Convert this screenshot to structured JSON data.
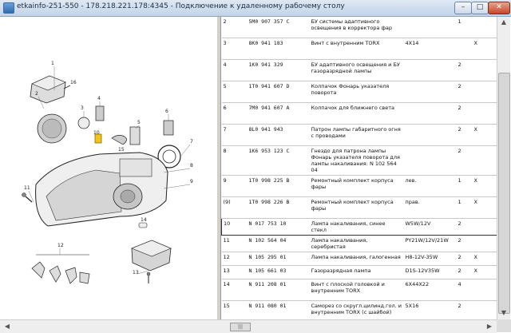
{
  "window": {
    "title": "etkainfo-251-550 - 178.218.221.178:4345 - Подключение к удаленному рабочему столу",
    "minimize_glyph": "–",
    "maximize_glyph": "□",
    "close_glyph": "✕"
  },
  "diagram": {
    "callouts": [
      "1",
      "2",
      "3",
      "4",
      "5",
      "6",
      "7",
      "8",
      "9",
      "10",
      "11",
      "12",
      "13",
      "14",
      "15",
      "16"
    ]
  },
  "parts_table": {
    "rows": [
      {
        "pos": "2",
        "part": "5M0 907 357 C",
        "desc": "БУ системы адаптивного освещения в корректора фар",
        "qty_note": "",
        "qty": "1",
        "x": "",
        "style": "a"
      },
      {
        "pos": "3",
        "part": "8K0 941 183",
        "desc": "Винт с внутренним TORX",
        "qty_note": "4X14",
        "qty": "",
        "x": "X",
        "style": "a"
      },
      {
        "pos": "4",
        "part": "1K0 941 329",
        "desc": "БУ адаптивного освещения и БУ газоразрядной лампы",
        "qty_note": "",
        "qty": "2",
        "x": "",
        "style": "a"
      },
      {
        "pos": "5",
        "part": "1T0 941 607 D",
        "desc": "Колпачок Фонарь указателя поворота",
        "qty_note": "",
        "qty": "2",
        "x": "",
        "style": "a"
      },
      {
        "pos": "6",
        "part": "7M0 941 607 A",
        "desc": "Колпачок для ближнего света",
        "qty_note": "",
        "qty": "2",
        "x": "",
        "style": "a"
      },
      {
        "pos": "7",
        "part": "8L0 941 943",
        "desc": "Патрон лампы габаритного огня с проводами",
        "qty_note": "",
        "qty": "2",
        "x": "X",
        "style": "a"
      },
      {
        "pos": "8",
        "part": "1K6 953 123 C",
        "desc": "Гнездо для патрона лампы Фонарь указателя поворота для лампы накаливания: N 102 564 04",
        "qty_note": "",
        "qty": "2",
        "x": "",
        "style": "a"
      },
      {
        "pos": "9",
        "part": "1T0 998 225 B",
        "desc": "Ремонтный комплект корпуса фары",
        "qty_note": "лев.",
        "qty": "1",
        "x": "X",
        "style": "a"
      },
      {
        "pos": "(9)",
        "part": "1T0 998 226 B",
        "desc": "Ремонтный комплект корпуса фары",
        "qty_note": "прав.",
        "qty": "1",
        "x": "X",
        "style": "a"
      },
      {
        "pos": "10",
        "part": "N 017 753 10",
        "desc": "Лампа накаливания, синее стекл",
        "qty_note": "W5W/12V",
        "qty": "2",
        "x": "",
        "style": "hl"
      },
      {
        "pos": "11",
        "part": "N 102 564 04",
        "desc": "Лампа накаливания, серебристая",
        "qty_note": "PY21W/12V/21W",
        "qty": "2",
        "x": "",
        "style": "b"
      },
      {
        "pos": "12",
        "part": "N 105 295 01",
        "desc": "Лампа накаливания, галогенная",
        "qty_note": "H8-12V-35W",
        "qty": "2",
        "x": "X",
        "style": "b"
      },
      {
        "pos": "13",
        "part": "N 105 661 03",
        "desc": "Газоразрядная лампа",
        "qty_note": "D1S-12V35W",
        "qty": "2",
        "x": "X",
        "style": "b"
      },
      {
        "pos": "14",
        "part": "N 911 208 01",
        "desc": "Винт с плоской головкой и внутренним TORX",
        "qty_note": "6X44X22",
        "qty": "4",
        "x": "",
        "style": "a"
      },
      {
        "pos": "15",
        "part": "N 911 080 01",
        "desc": "Саморез со скругл.цилинд.гол. и внутренним TORX (с шайбой)",
        "qty_note": "5X16",
        "qty": "2",
        "x": "",
        "style": "a"
      }
    ]
  },
  "colors": {
    "accent": "#2f6db0",
    "close": "#c5462a",
    "highlight_part": "#f0c419"
  }
}
